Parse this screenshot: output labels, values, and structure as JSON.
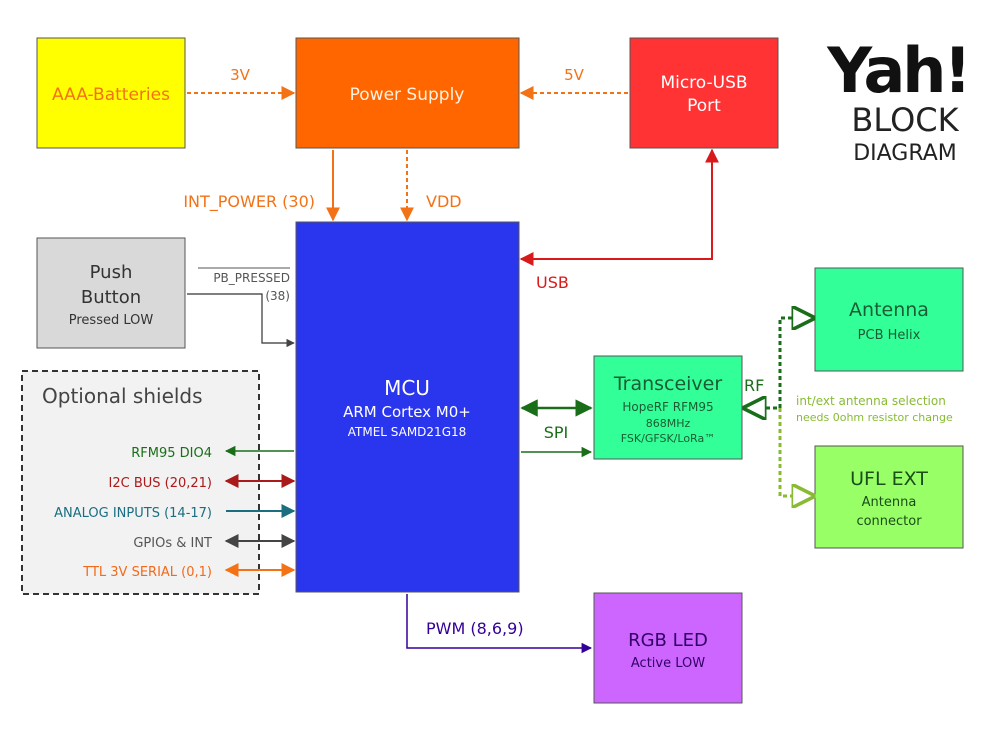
{
  "logo": {
    "word": "Yah!",
    "line1": "BLOCK",
    "line2": "DIAGRAM"
  },
  "blocks": {
    "batteries": {
      "title": "AAA-Batteries",
      "color": "#ffff00",
      "text_color": "#f47216"
    },
    "power_supply": {
      "title": "Power Supply",
      "color": "#ff6600",
      "text_color": "#fff2e0"
    },
    "micro_usb": {
      "title_line1": "Micro-USB",
      "title_line2": "Port",
      "color": "#ff3333",
      "text_color": "#ffffff"
    },
    "push_button": {
      "title_line1": "Push",
      "title_line2": "Button",
      "subtitle": "Pressed LOW",
      "color": "#d9d9d9",
      "text_color": "#333333"
    },
    "mcu": {
      "title": "MCU",
      "line2": "ARM Cortex M0+",
      "line3": "ATMEL SAMD21G18",
      "color": "#2a35ee",
      "text_color": "#ffffff"
    },
    "transceiver": {
      "title": "Transceiver",
      "line2": "HopeRF RFM95",
      "line3": "868MHz",
      "line4": "FSK/GFSK/LoRa™",
      "color": "#33ff99",
      "text_color": "#1a5c33"
    },
    "antenna": {
      "title": "Antenna",
      "subtitle": "PCB Helix",
      "color": "#33ff99",
      "text_color": "#1a5c33"
    },
    "ufl_ext": {
      "title": "UFL EXT",
      "line2": "Antenna",
      "line3": "connector",
      "color": "#99ff66",
      "text_color": "#1a4d1a"
    },
    "rgb_led": {
      "title": "RGB LED",
      "subtitle": "Active LOW",
      "color": "#cc66ff",
      "text_color": "#330066"
    }
  },
  "optional_shields": {
    "title": "Optional shields",
    "items": [
      {
        "label": "RFM95 DIO4",
        "color": "#1a6e1a"
      },
      {
        "label": "I2C BUS (20,21)",
        "color": "#aa1a1a"
      },
      {
        "label": "ANALOG INPUTS (14-17)",
        "color": "#1a6e80"
      },
      {
        "label": "GPIOs & INT",
        "color": "#555555"
      },
      {
        "label": "TTL 3V SERIAL (0,1)",
        "color": "#f26a1b"
      }
    ]
  },
  "connections": {
    "batt_3v": "3V",
    "usb_5v": "5V",
    "int_power": "INT_POWER (30)",
    "vdd": "VDD",
    "usb": "USB",
    "pb_pressed": "PB_PRESSED",
    "pb_pin": "(38)",
    "spi": "SPI",
    "rf": "RF",
    "antenna_note_line1": "int/ext antenna selection",
    "antenna_note_line2": "needs 0ohm resistor change",
    "pwm": "PWM (8,6,9)"
  },
  "colors": {
    "orange_line": "#f47216",
    "red_line": "#d91a1a",
    "dark_green": "#1a6e1a",
    "light_green": "#88bb33",
    "purple_line": "#330099",
    "dark_gray": "#333333"
  }
}
